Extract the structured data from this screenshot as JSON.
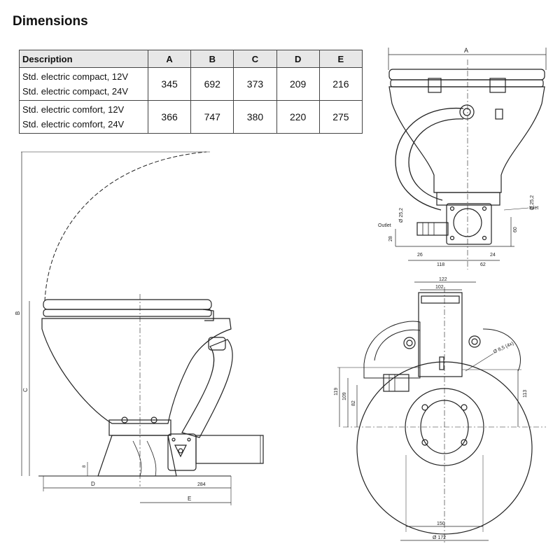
{
  "title": "Dimensions",
  "table": {
    "headers": [
      "Description",
      "A",
      "B",
      "C",
      "D",
      "E"
    ],
    "rows": [
      {
        "descriptions": [
          "Std. electric compact, 12V",
          "Std. electric compact, 24V"
        ],
        "values": [
          "345",
          "692",
          "373",
          "209",
          "216"
        ]
      },
      {
        "descriptions": [
          "Std. electric comfort, 12V",
          "Std. electric comfort, 24V"
        ],
        "values": [
          "366",
          "747",
          "380",
          "220",
          "275"
        ]
      }
    ]
  },
  "labels": {
    "front": {
      "top_dim": "A",
      "outlet": "Outlet",
      "inlet": "Inlet",
      "outlet_dia": "Ø 25,2",
      "inlet_dia": "Ø 25,2",
      "dim_28": "28",
      "dim_60": "60",
      "dim_26": "26",
      "dim_24": "24",
      "dim_118": "118",
      "dim_62": "62"
    },
    "side": {
      "dim_B": "B",
      "dim_C": "C",
      "dim_D": "D",
      "dim_E": "E",
      "dim_284": "284",
      "dim_8": "8"
    },
    "top": {
      "dim_122": "122",
      "dim_102": "102",
      "bolt_dia": "Ø 8,5 (4x)",
      "dim_119": "119",
      "dim_109": "109",
      "dim_82": "82",
      "dim_113": "113",
      "dim_150": "150",
      "dim_172": "Ø 172"
    }
  }
}
